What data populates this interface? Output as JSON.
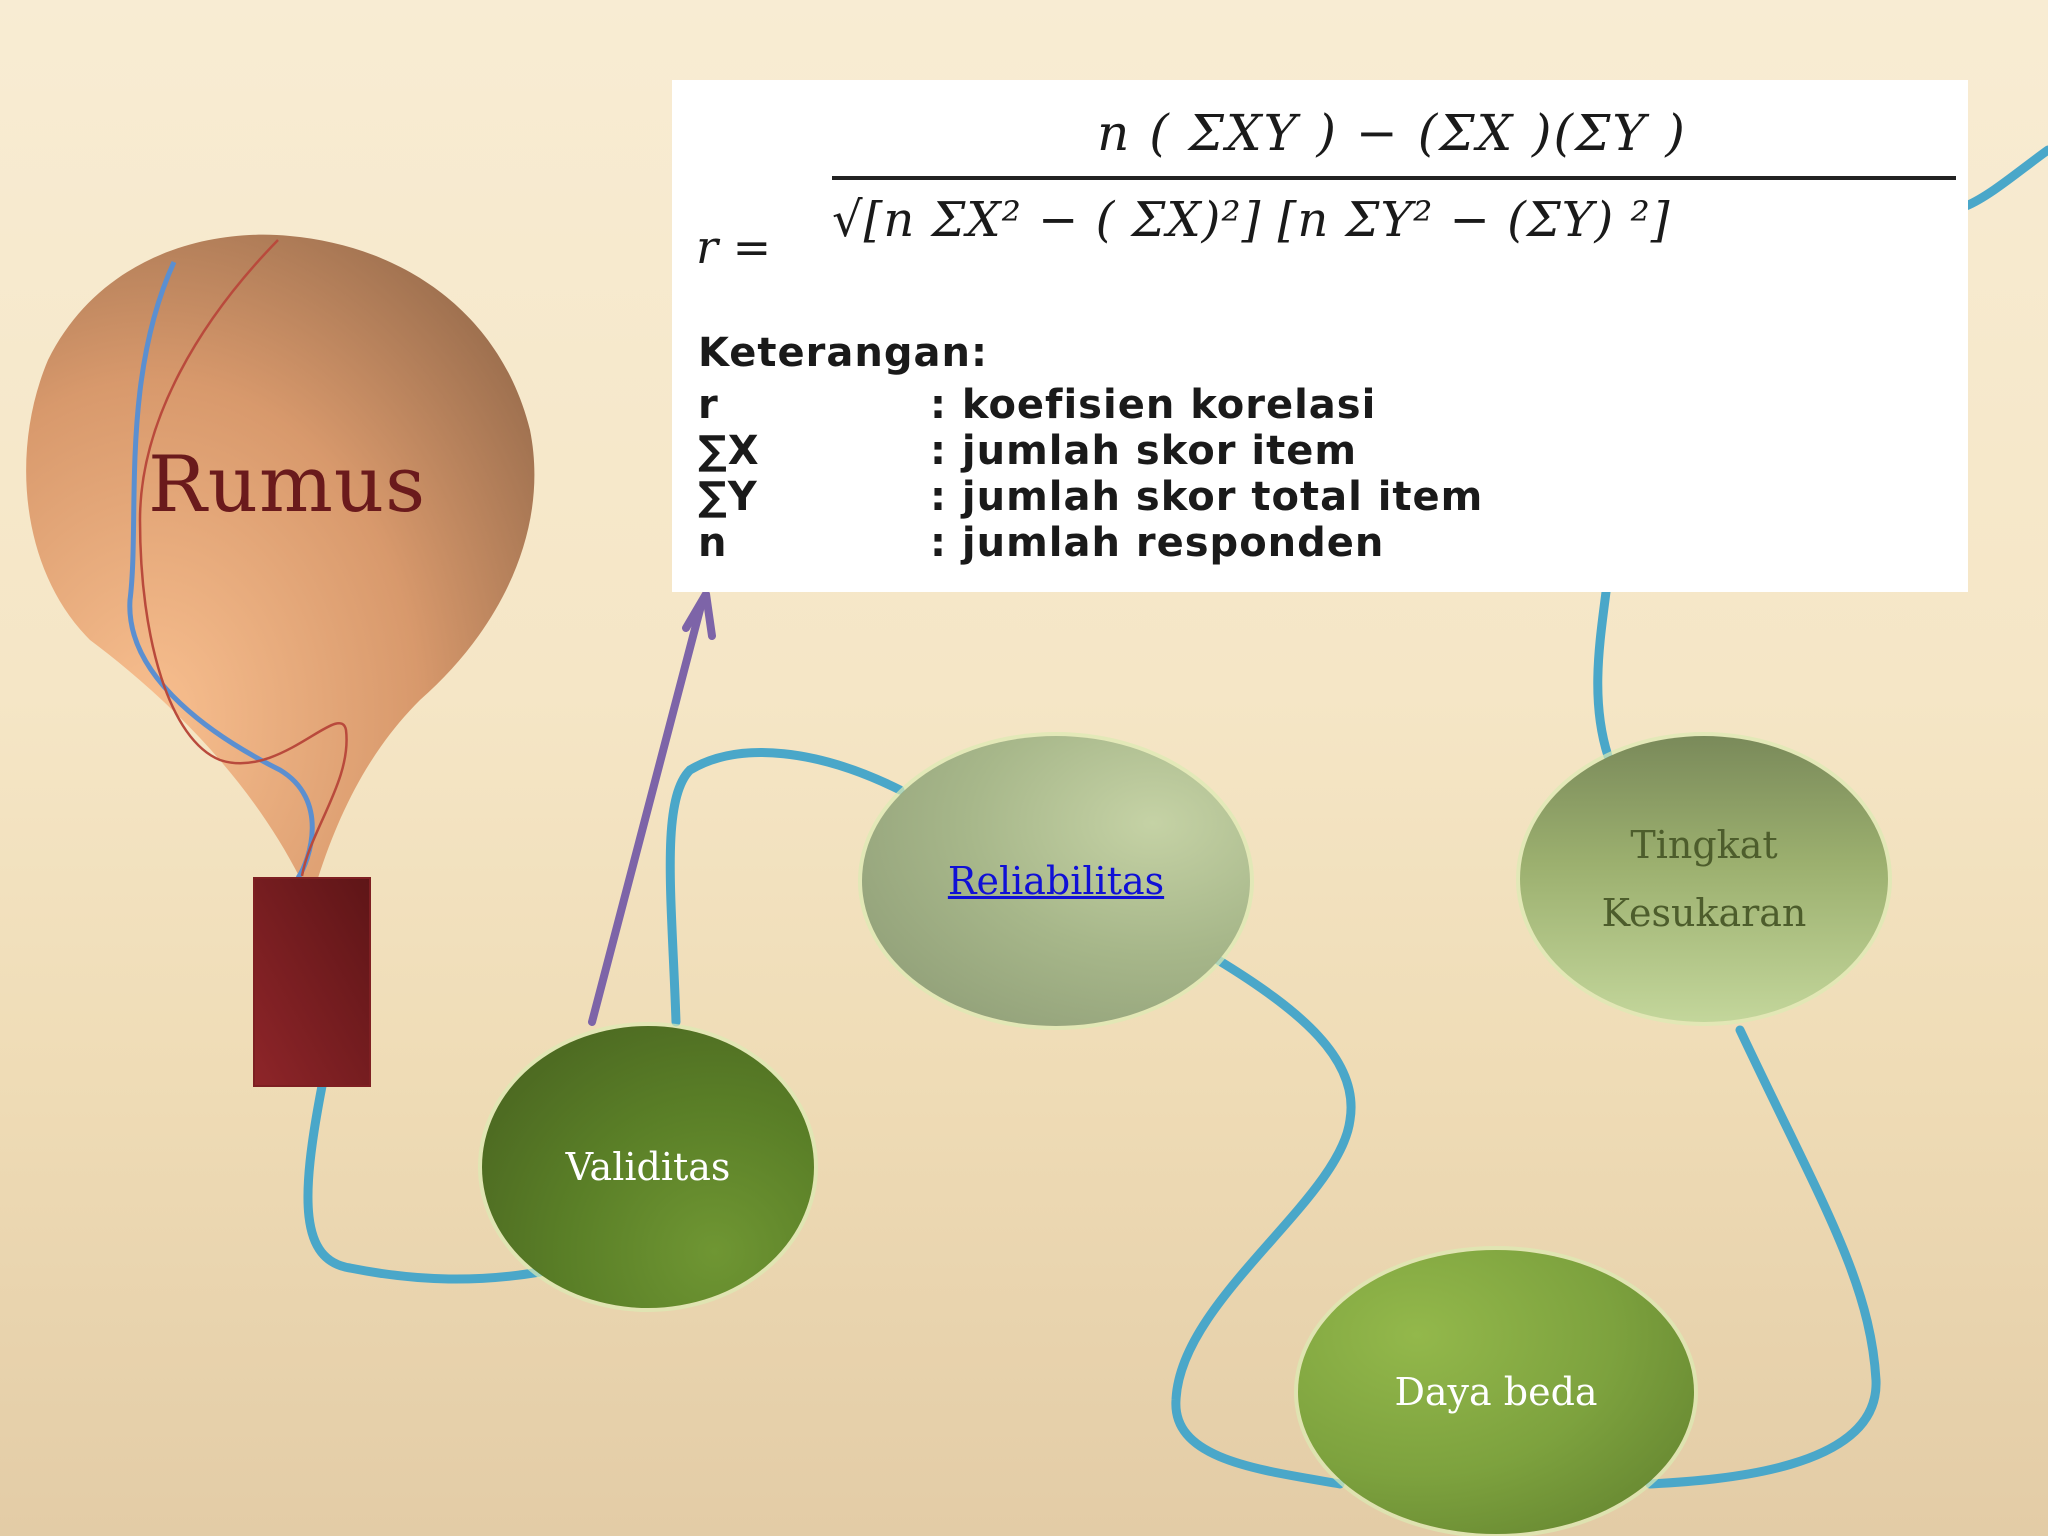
{
  "balloon": {
    "label": "Rumus"
  },
  "formula": {
    "lhs": "r =",
    "numerator": "n ( ΣXY ) − (ΣX )(ΣY )",
    "denominator": "√[n ΣX² − ( ΣX)²] [n ΣY² − (ΣY) ²]"
  },
  "legend": {
    "title": "Keterangan:",
    "items": [
      {
        "symbol": "r",
        "desc": ": koefisien korelasi"
      },
      {
        "symbol": "∑X",
        "desc": ": jumlah skor item"
      },
      {
        "symbol": "∑Y",
        "desc": ": jumlah skor total item"
      },
      {
        "symbol": "n",
        "desc": ": jumlah responden"
      }
    ]
  },
  "nodes": {
    "validitas": "Validitas",
    "reliabilitas": "Reliabilitas",
    "tingkat_line1": "Tingkat",
    "tingkat_line2": "Kesukaran",
    "daya_beda": "Daya beda"
  },
  "colors": {
    "connector": "#4aa7c9",
    "arrow": "#7d64a8",
    "balloon_light": "#f6b98a",
    "balloon_dark": "#9c6b4a",
    "basket": "#7e1f22"
  }
}
